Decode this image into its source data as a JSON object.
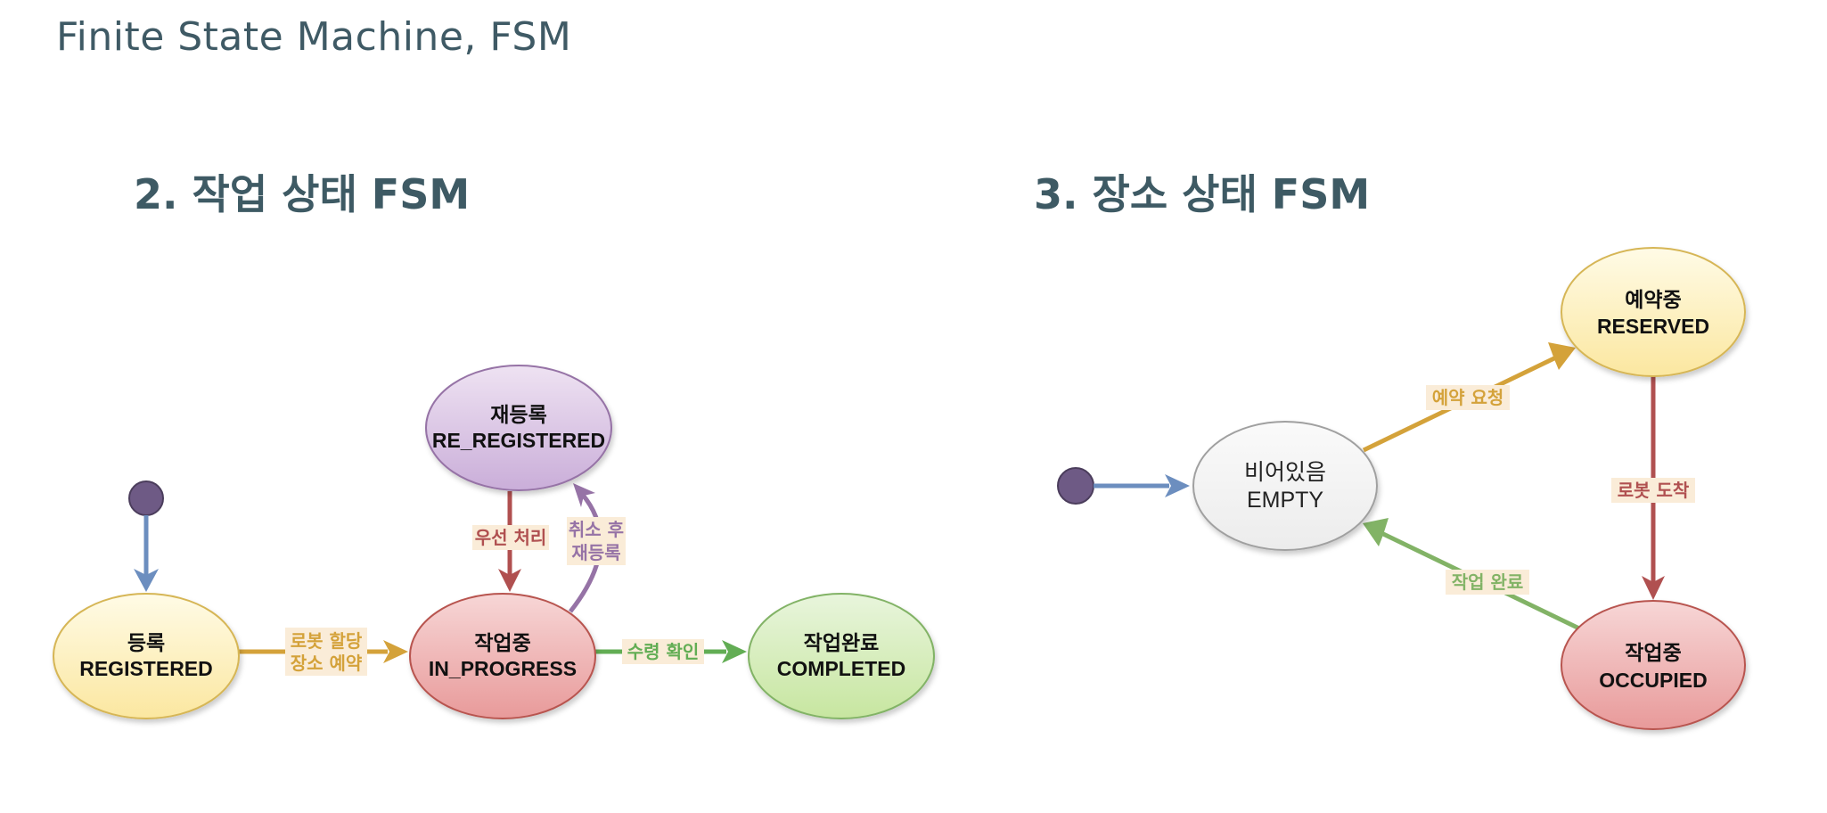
{
  "page": {
    "title": "Finite State Machine, FSM"
  },
  "colors": {
    "title": "#3f5a65",
    "start_node": "#6e5a85",
    "start_edge": "#6c8ebf",
    "assign_edge": "#d4a23a",
    "priority_edge": "#b05050",
    "reregister_edge": "#9673a6",
    "complete_edge": "#62ad54",
    "done_edge": "#82b366",
    "label_bg": "#faecd8"
  },
  "task_fsm": {
    "title": "2. 작업 상태 FSM",
    "states": {
      "registered": {
        "ko": "등록",
        "en": "REGISTERED"
      },
      "in_progress": {
        "ko": "작업중",
        "en": "IN_PROGRESS"
      },
      "re_registered": {
        "ko": "재등록",
        "en": "RE_REGISTERED"
      },
      "completed": {
        "ko": "작업완료",
        "en": "COMPLETED"
      }
    },
    "transitions": {
      "assign": {
        "line1": "로봇 할당",
        "line2": "장소 예약"
      },
      "priority": {
        "label": "우선 처리"
      },
      "reregister": {
        "line1": "취소 후",
        "line2": "재등록"
      },
      "confirm": {
        "label": "수령 확인"
      }
    }
  },
  "place_fsm": {
    "title": "3. 장소 상태 FSM",
    "states": {
      "empty": {
        "ko": "비어있음",
        "en": "EMPTY"
      },
      "reserved": {
        "ko": "예약중",
        "en": "RESERVED"
      },
      "occupied": {
        "ko": "작업중",
        "en": "OCCUPIED"
      }
    },
    "transitions": {
      "reserve": {
        "label": "예약 요청"
      },
      "arrive": {
        "label": "로봇 도착"
      },
      "done": {
        "label": "작업 완료"
      }
    }
  }
}
